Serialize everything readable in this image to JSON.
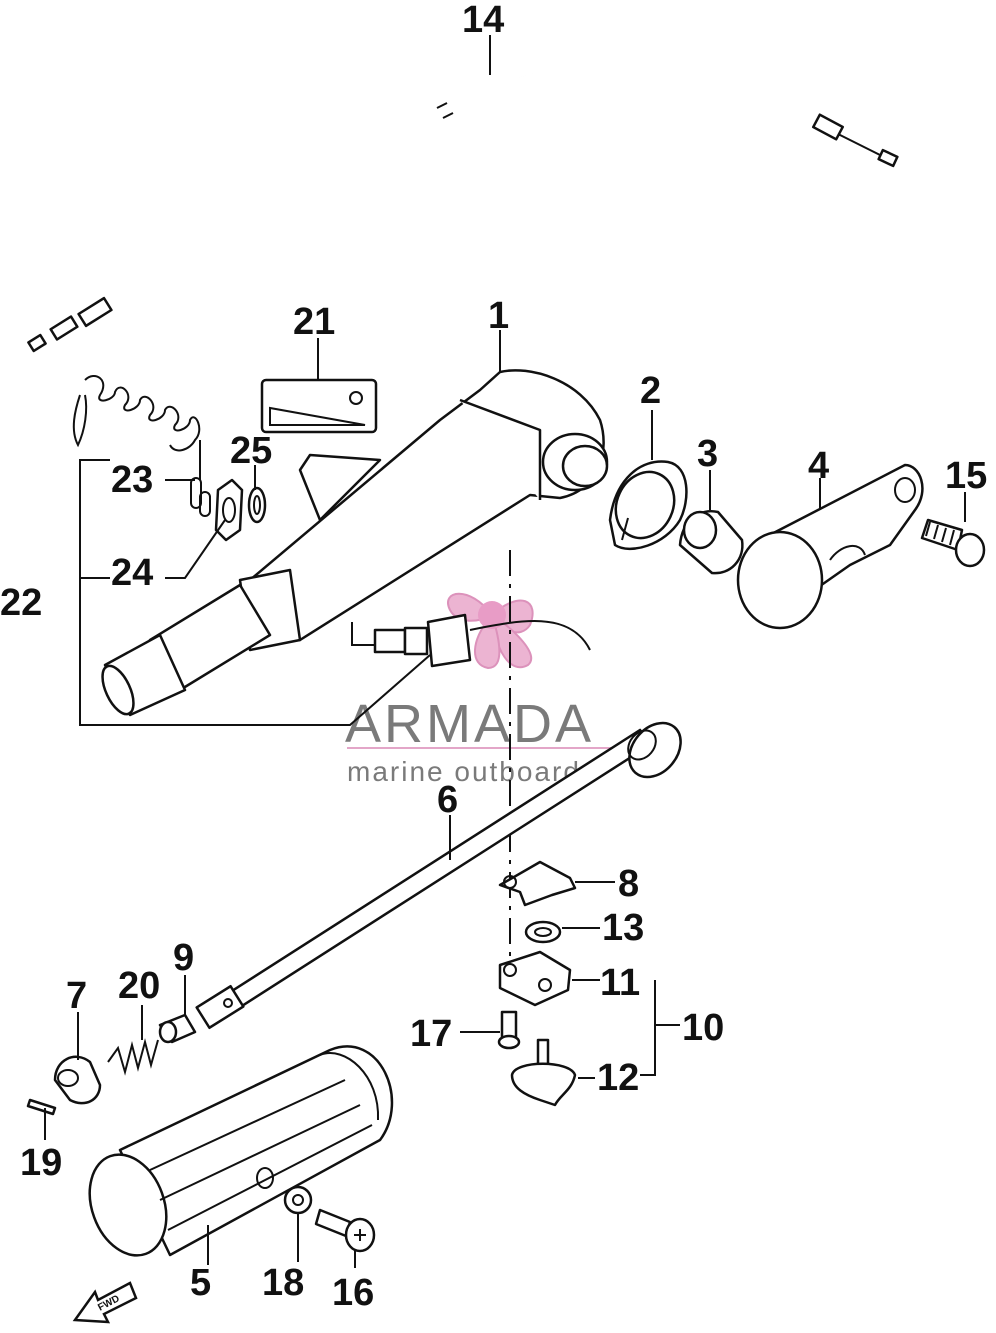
{
  "watermark": {
    "brand": "ARMADA",
    "tagline": "marine outboards",
    "accent_color": "#e3a6c8"
  },
  "fwd_badge": "FWD",
  "callouts": [
    {
      "id": "c1",
      "label": "1"
    },
    {
      "id": "c2",
      "label": "2"
    },
    {
      "id": "c3",
      "label": "3"
    },
    {
      "id": "c4",
      "label": "4"
    },
    {
      "id": "c5",
      "label": "5"
    },
    {
      "id": "c6",
      "label": "6"
    },
    {
      "id": "c7",
      "label": "7"
    },
    {
      "id": "c8",
      "label": "8"
    },
    {
      "id": "c9",
      "label": "9"
    },
    {
      "id": "c10",
      "label": "10"
    },
    {
      "id": "c11",
      "label": "11"
    },
    {
      "id": "c12",
      "label": "12"
    },
    {
      "id": "c13",
      "label": "13"
    },
    {
      "id": "c14",
      "label": "14"
    },
    {
      "id": "c15",
      "label": "15"
    },
    {
      "id": "c16",
      "label": "16"
    },
    {
      "id": "c17",
      "label": "17"
    },
    {
      "id": "c18",
      "label": "18"
    },
    {
      "id": "c19",
      "label": "19"
    },
    {
      "id": "c20",
      "label": "20"
    },
    {
      "id": "c21",
      "label": "21"
    },
    {
      "id": "c22",
      "label": "22"
    },
    {
      "id": "c23",
      "label": "23"
    },
    {
      "id": "c24",
      "label": "24"
    },
    {
      "id": "c25",
      "label": "25"
    }
  ]
}
